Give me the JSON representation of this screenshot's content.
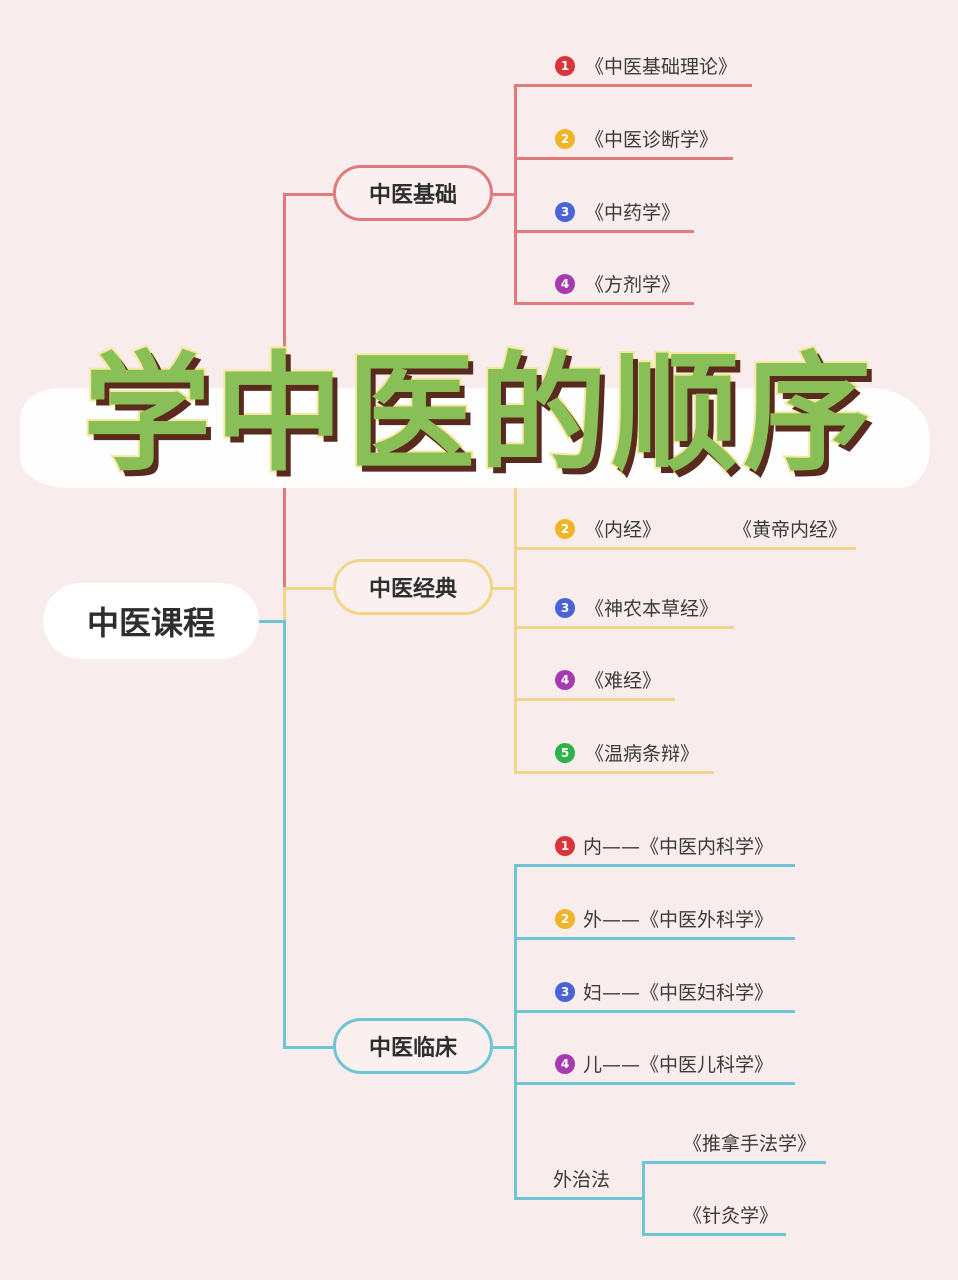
{
  "title": "学中医的顺序",
  "root": {
    "label": "中医课程"
  },
  "branches": [
    {
      "label": "中医基础",
      "color": "#e07a7c",
      "items": [
        {
          "num": "1",
          "num_color": "#d9343c",
          "label": "《中医基础理论》"
        },
        {
          "num": "2",
          "num_color": "#f0b429",
          "label": "《中医诊断学》"
        },
        {
          "num": "3",
          "num_color": "#4a63d8",
          "label": "《中药学》"
        },
        {
          "num": "4",
          "num_color": "#a63bb0",
          "label": "《方剂学》"
        }
      ]
    },
    {
      "label": "中医经典",
      "color": "#f2d58a",
      "items": [
        {
          "num": "2",
          "num_color": "#f0b429",
          "label": "《内经》",
          "note": "《黄帝内经》"
        },
        {
          "num": "3",
          "num_color": "#4a63d8",
          "label": "《神农本草经》"
        },
        {
          "num": "4",
          "num_color": "#a63bb0",
          "label": "《难经》"
        },
        {
          "num": "5",
          "num_color": "#2db34a",
          "label": "《温病条辩》"
        }
      ]
    },
    {
      "label": "中医临床",
      "color": "#6ec6d3",
      "items": [
        {
          "num": "1",
          "num_color": "#d9343c",
          "label": "内——《中医内科学》"
        },
        {
          "num": "2",
          "num_color": "#f0b429",
          "label": "外——《中医外科学》"
        },
        {
          "num": "3",
          "num_color": "#4a63d8",
          "label": "妇——《中医妇科学》"
        },
        {
          "num": "4",
          "num_color": "#a63bb0",
          "label": "儿——《中医儿科学》"
        }
      ],
      "sub_branch": {
        "label": "外治法",
        "items": [
          "《推拿手法学》",
          "《针灸学》"
        ]
      }
    }
  ]
}
